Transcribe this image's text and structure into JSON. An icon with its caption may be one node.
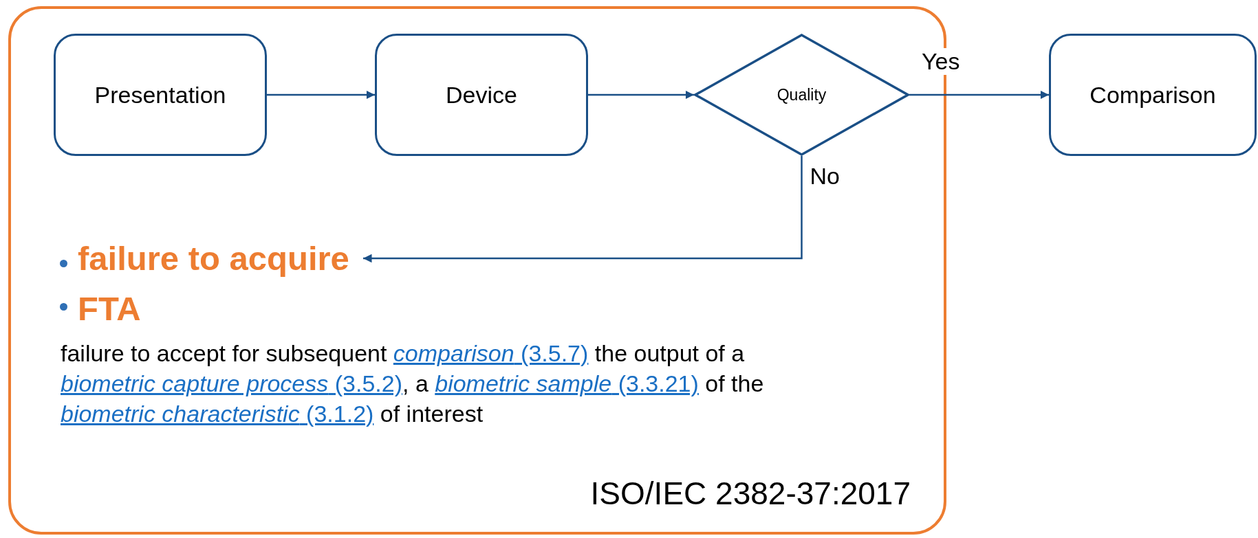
{
  "diagram": {
    "nodes": [
      {
        "text": [],
        "shape": "box"
      },
      {
        "text": [
          "Presentation"
        ],
        "in": 0
      },
      {
        "text": [
          "Device"
        ],
        "in": 0
      },
      {
        "text": [
          "Quality"
        ],
        "in": 0
      },
      {
        "text": [
          "Comparison"
        ]
      },
      {
        "text": [
          "failure to acquire"
        ],
        "in": 0
      }
    ],
    "edges": [
      {
        "from": 1,
        "to": 2,
        "arrow": "to"
      },
      {
        "from": 2,
        "to": 3,
        "arrow": "to"
      },
      {
        "from": 3,
        "to": 4,
        "arrow": "to",
        "label": "Yes"
      },
      {
        "from": 3,
        "to": 5,
        "arrow": "to",
        "label": "No"
      }
    ],
    "labels": [
      "FTA",
      "failure to accept for subsequent *comparison* (3.5.7) the output of a *biometric capture process* (3.5.2), a *biometric sample* (3.3.21) of the *biometric characteristic* (3.1.2) of interest",
      "ISO/IEC 2382-37:2017"
    ]
  }
}
